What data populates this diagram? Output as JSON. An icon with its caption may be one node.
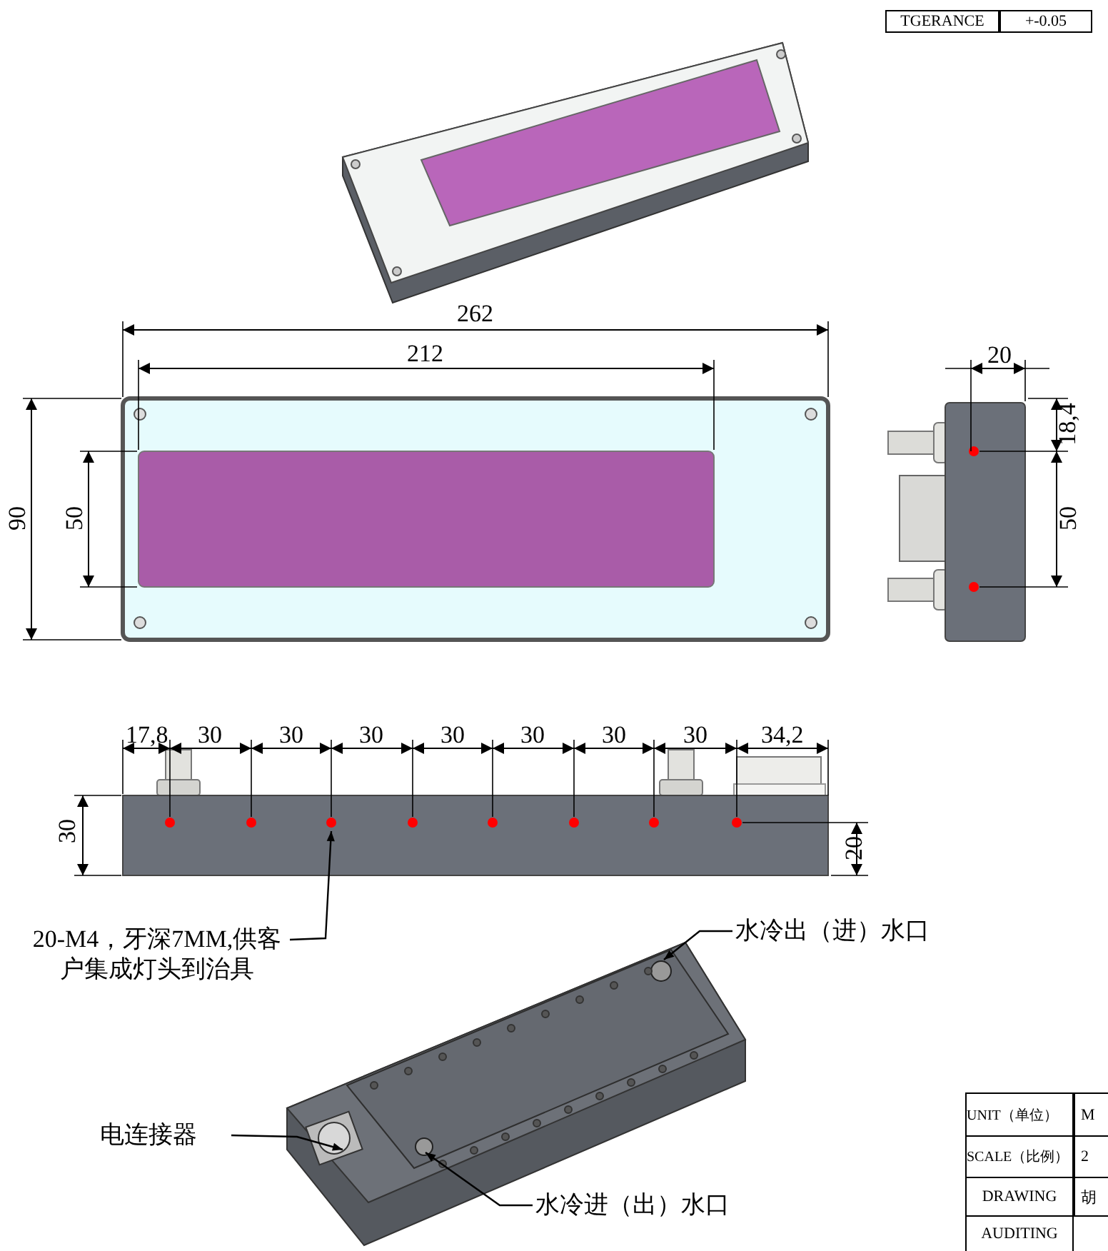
{
  "diagram": {
    "nodes": [
      {
        "text": [
          "20-M4，牙深7MM,供客户集成灯头到治具"
        ]
      },
      {
        "text": [
          "水冷出（进）水口"
        ]
      },
      {
        "text": [
          "电连接器"
        ]
      },
      {
        "text": [
          "水冷进（出）水口"
        ]
      }
    ],
    "edges": [
      {
        "from": 0,
        "to": null,
        "arrow": "to"
      },
      {
        "from": 1,
        "to": null,
        "arrow": "to"
      },
      {
        "from": 2,
        "to": null,
        "arrow": "to"
      },
      {
        "from": 3,
        "to": null,
        "arrow": "to"
      }
    ],
    "labels": [
      "TGERANCE",
      "+-0.05",
      "262",
      "212",
      "20",
      "18,4",
      "90",
      "50",
      "50",
      "17,8",
      "30",
      "30",
      "30",
      "30",
      "30",
      "30",
      "30",
      "34,2",
      "30",
      "20",
      "UNIT（单位）",
      "M",
      "SCALE（比例）",
      "2",
      "DRAWING",
      "胡",
      "AUDITING"
    ]
  }
}
